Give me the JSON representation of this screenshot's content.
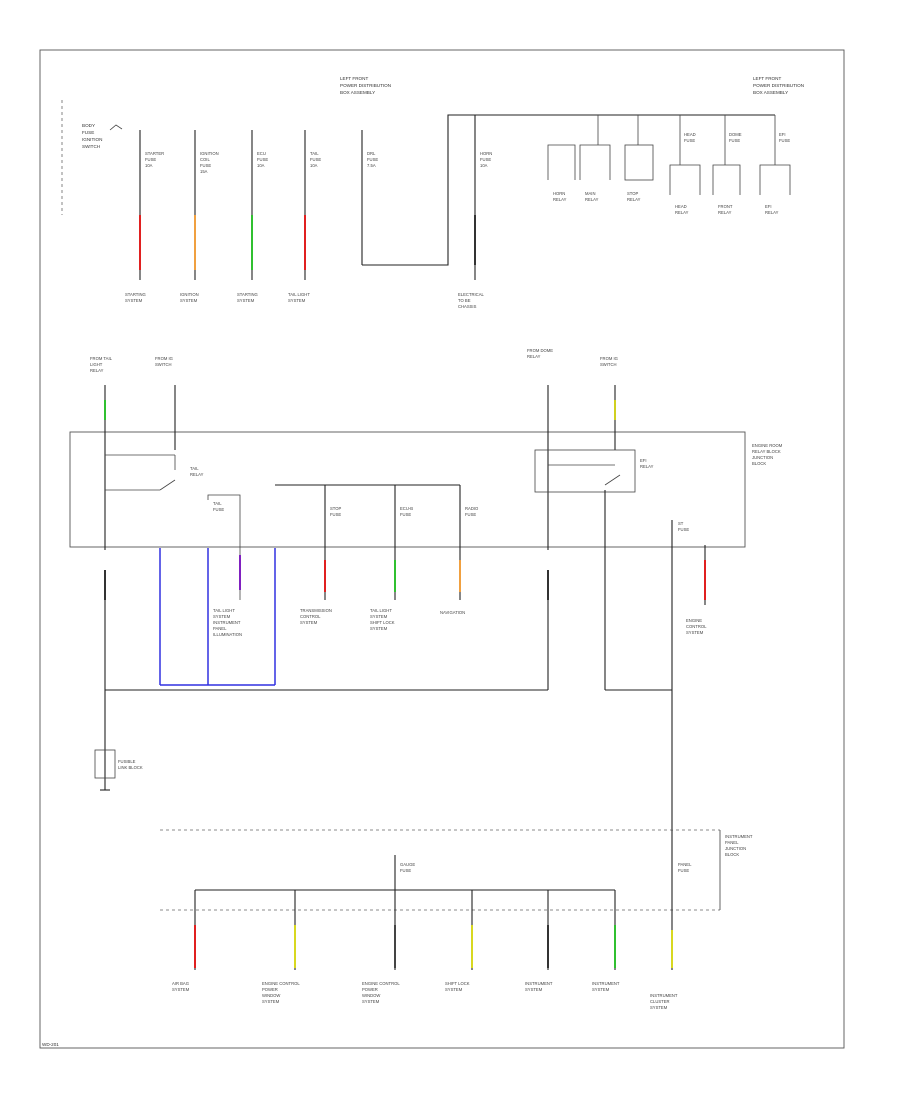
{
  "diagram": {
    "footer_code": "WD-201",
    "top_left_source": [
      "BODY",
      "FUSE",
      "IGNITION",
      "SWITCH"
    ],
    "center_module": [
      "LEFT FRONT",
      "POWER DISTRIBUTION",
      "BOX ASSEMBLY"
    ],
    "right_module": [
      "LEFT FRONT",
      "POWER DISTRIBUTION",
      "BOX ASSEMBLY"
    ],
    "top_fuses": [
      [
        "STARTER",
        "FUSE",
        "10A"
      ],
      [
        "IGNITION",
        "COIL",
        "FUSE",
        "15A"
      ],
      [
        "ECU",
        "FUSE",
        "10A"
      ],
      [
        "TAIL",
        "FUSE",
        "10A"
      ],
      [
        "DRL",
        "FUSE",
        "7.5A"
      ],
      [
        "HORN",
        "FUSE",
        "10A"
      ]
    ],
    "top_destinations": [
      [
        "STARTING",
        "SYSTEM"
      ],
      [
        "IGNITION",
        "SYSTEM"
      ],
      [
        "STARTING",
        "SYSTEM"
      ],
      [
        "TAIL LIGHT",
        "SYSTEM"
      ],
      [
        "ELECTRICAL",
        "TO BE",
        "CHASSIS"
      ]
    ],
    "right_relays": [
      [
        "HORN",
        "RELAY"
      ],
      [
        "MAIN",
        "RELAY"
      ],
      [
        "STOP",
        "RELAY"
      ],
      [
        "HEAD",
        "RELAY"
      ],
      [
        "FRONT",
        "RELAY"
      ],
      [
        "EFI",
        "RELAY"
      ]
    ],
    "right_fuses": [
      [
        "HEAD",
        "FUSE"
      ],
      [
        "DOME",
        "FUSE"
      ],
      [
        "EFI",
        "FUSE"
      ]
    ],
    "mid_sources": [
      [
        "FROM TAIL",
        "LIGHT",
        "RELAY"
      ],
      [
        "FROM IG",
        "SWITCH"
      ],
      [
        "FROM DOME",
        "RELAY"
      ],
      [
        "FROM IG",
        "SWITCH"
      ]
    ],
    "mid_relays": [
      [
        "TAIL",
        "RELAY"
      ],
      [
        "EFI",
        "RELAY"
      ]
    ],
    "mid_fuses": [
      [
        "TAIL",
        "FUSE"
      ],
      [
        "STOP",
        "FUSE"
      ],
      [
        "ECU-B",
        "FUSE"
      ],
      [
        "RADIO",
        "FUSE"
      ],
      [
        "ST",
        "FUSE"
      ]
    ],
    "mid_destinations": [
      [
        "TAIL LIGHT",
        "SYSTEM",
        "INSTRUMENT",
        "PANEL",
        "ILLUMINATION"
      ],
      [
        "TRANSMISSION",
        "CONTROL",
        "SYSTEM"
      ],
      [
        "TAIL LIGHT",
        "SYSTEM",
        "SHIFT LOCK",
        "SYSTEM"
      ],
      [
        "NAVIGATION"
      ],
      [
        "ENGINE",
        "CONTROL",
        "SYSTEM"
      ]
    ],
    "right_box_label": [
      "ENGINE ROOM",
      "RELAY BLOCK",
      "JUNCTION",
      "BLOCK"
    ],
    "ground": [
      "FUSIBLE",
      "LINK BLOCK"
    ],
    "bottom_module": [
      "INSTRUMENT",
      "PANEL",
      "JUNCTION",
      "BLOCK"
    ],
    "bottom_fuses": [
      [
        "GAUGE",
        "FUSE"
      ],
      [
        "PANEL",
        "FUSE"
      ]
    ],
    "bottom_destinations": [
      [
        "AIR BAG",
        "SYSTEM"
      ],
      [
        "ENGINE CONTROL",
        "POWER",
        "WINDOW",
        "SYSTEM"
      ],
      [
        "ENGINE CONTROL",
        "POWER",
        "WINDOW",
        "SYSTEM"
      ],
      [
        "SHIFT LOCK",
        "SYSTEM"
      ],
      [
        "INSTRUMENT",
        "SYSTEM"
      ],
      [
        "INSTRUMENT",
        "SYSTEM"
      ],
      [
        "INSTRUMENT",
        "CLUSTER",
        "SYSTEM"
      ]
    ]
  }
}
